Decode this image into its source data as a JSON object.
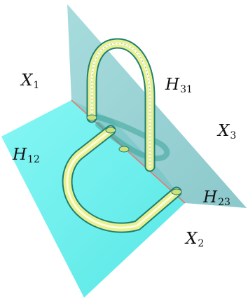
{
  "labels": {
    "X1": {
      "symbol": "X",
      "index": "1"
    },
    "X2": {
      "symbol": "X",
      "index": "2"
    },
    "X3": {
      "symbol": "X",
      "index": "3"
    },
    "H12": {
      "symbol": "H",
      "index": "12"
    },
    "H23": {
      "symbol": "H",
      "index": "23"
    },
    "H31": {
      "symbol": "H",
      "index": "31"
    }
  },
  "colors": {
    "plane_horizontal": "#5ff0ee",
    "plane_vertical": "#7cc7c9",
    "intersection_line": "#e8786a",
    "tube_fill": "#e9f08e",
    "tube_edge": "#1f7f73",
    "tube_highlight": "#ffffff"
  }
}
